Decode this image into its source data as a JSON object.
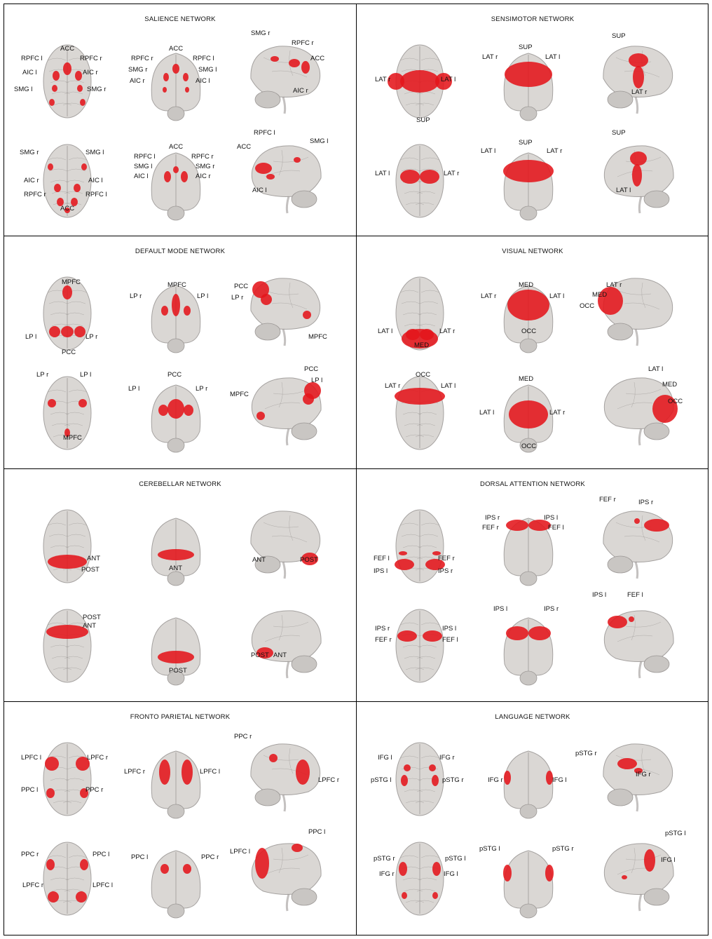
{
  "colors": {
    "brain": "#d6d3d0",
    "brain_edge": "#9c9896",
    "activation": "#e4161b",
    "activation_dark": "#a80d10",
    "border": "#000000"
  },
  "panels": [
    {
      "title": "SALIENCE NETWORK",
      "views": [
        {
          "type": "axial",
          "labels": [
            "ACC",
            "RPFC l",
            "RPFC r",
            "AIC l",
            "AIC r",
            "SMG l",
            "SMG r"
          ]
        },
        {
          "type": "coronal",
          "labels": [
            "ACC",
            "RPFC r",
            "RPFC  l",
            "SMG r",
            "SMG l",
            "AIC r",
            "AIC l"
          ]
        },
        {
          "type": "sagittal-r",
          "labels": [
            "SMG r",
            "RPFC r",
            "ACC",
            "AIC r"
          ]
        },
        {
          "type": "axial-inf",
          "labels": [
            "SMG r",
            "SMG l",
            "AIC r",
            "AIC l",
            "RPFC r",
            "RPFC l",
            "ACC"
          ]
        },
        {
          "type": "coronal",
          "labels": [
            "ACC",
            "RPFC l",
            "RPFC r",
            "SMG l",
            "SMG r",
            "AIC l",
            "AIC r"
          ]
        },
        {
          "type": "sagittal-l",
          "labels": [
            "RPFC l",
            "SMG l",
            "ACC",
            "AIC l"
          ]
        }
      ]
    },
    {
      "title": "SENSIMOTOR NETWORK",
      "views": [
        {
          "type": "axial",
          "labels": [
            "LAT r",
            "LAT l",
            "SUP"
          ]
        },
        {
          "type": "coronal",
          "labels": [
            "SUP",
            "LAT r",
            "LAT l"
          ]
        },
        {
          "type": "sagittal-r",
          "labels": [
            "SUP",
            "LAT r"
          ]
        },
        {
          "type": "axial-inf",
          "labels": [
            "LAT l",
            "LAT r"
          ]
        },
        {
          "type": "coronal",
          "labels": [
            "SUP",
            "LAT l",
            "LAT r"
          ]
        },
        {
          "type": "sagittal-l",
          "labels": [
            "SUP",
            "LAT l"
          ]
        }
      ]
    },
    {
      "title": "DEFAULT MODE NETWORK",
      "views": [
        {
          "type": "axial",
          "labels": [
            "MPFC",
            "LP l",
            "LP r",
            "PCC"
          ]
        },
        {
          "type": "coronal",
          "labels": [
            "MPFC",
            "LP r",
            "LP l"
          ]
        },
        {
          "type": "sagittal-r",
          "labels": [
            "PCC",
            "LP r",
            "MPFC"
          ]
        },
        {
          "type": "axial-inf",
          "labels": [
            "LP r",
            "LP l",
            "MPFC"
          ]
        },
        {
          "type": "coronal",
          "labels": [
            "PCC",
            "LP l",
            "LP r"
          ]
        },
        {
          "type": "sagittal-l",
          "labels": [
            "PCC",
            "LP l",
            "MPFC"
          ]
        }
      ]
    },
    {
      "title": "VISUAL NETWORK",
      "views": [
        {
          "type": "axial",
          "labels": [
            "LAT l",
            "LAT r",
            "MED"
          ]
        },
        {
          "type": "coronal",
          "labels": [
            "MED",
            "LAT r",
            "LAT l",
            "OCC"
          ]
        },
        {
          "type": "sagittal-r",
          "labels": [
            "LAT r",
            "MED",
            "OCC"
          ]
        },
        {
          "type": "axial-inf",
          "labels": [
            "OCC",
            "LAT r",
            "LAT l"
          ]
        },
        {
          "type": "coronal",
          "labels": [
            "MED",
            "LAT l",
            "LAT r",
            "OCC"
          ]
        },
        {
          "type": "sagittal-l",
          "labels": [
            "LAT l",
            "MED",
            "OCC"
          ]
        }
      ]
    },
    {
      "title": "CEREBELLAR NETWORK",
      "views": [
        {
          "type": "axial",
          "labels": [
            "ANT",
            "POST"
          ]
        },
        {
          "type": "coronal",
          "labels": [
            "ANT"
          ]
        },
        {
          "type": "sagittal-r",
          "labels": [
            "ANT",
            "POST"
          ]
        },
        {
          "type": "axial-inf",
          "labels": [
            "POST",
            "ANT"
          ]
        },
        {
          "type": "coronal",
          "labels": [
            "POST"
          ]
        },
        {
          "type": "sagittal-l",
          "labels": [
            "POST",
            "ANT"
          ]
        }
      ]
    },
    {
      "title": "DORSAL ATTENTION NETWORK",
      "views": [
        {
          "type": "axial",
          "labels": [
            "FEF l",
            "FEF r",
            "IPS l",
            "IPS r"
          ]
        },
        {
          "type": "coronal",
          "labels": [
            "IPS r",
            "IPS l",
            "FEF r",
            "FEF l"
          ]
        },
        {
          "type": "sagittal-r",
          "labels": [
            "FEF r",
            "IPS r"
          ]
        },
        {
          "type": "axial-inf",
          "labels": [
            "IPS r",
            "IPS l",
            "FEF r",
            "FEF l"
          ]
        },
        {
          "type": "coronal",
          "labels": [
            "IPS l",
            "IPS r"
          ]
        },
        {
          "type": "sagittal-l",
          "labels": [
            "IPS l",
            "FEF l"
          ]
        }
      ]
    },
    {
      "title": "FRONTO PARIETAL NETWORK",
      "views": [
        {
          "type": "axial",
          "labels": [
            "LPFC l",
            "LPFC r",
            "PPC l",
            "PPC r"
          ]
        },
        {
          "type": "coronal",
          "labels": [
            "LPFC r",
            "LPFC l"
          ]
        },
        {
          "type": "sagittal-r",
          "labels": [
            "PPC r",
            "LPFC r"
          ]
        },
        {
          "type": "axial-inf",
          "labels": [
            "PPC r",
            "PPC l",
            "LPFC r",
            "LPFC l"
          ]
        },
        {
          "type": "coronal",
          "labels": [
            "PPC l",
            "PPC r"
          ]
        },
        {
          "type": "sagittal-l",
          "labels": [
            "PPC l",
            "LPFC l"
          ]
        }
      ]
    },
    {
      "title": "LANGUAGE NETWORK",
      "views": [
        {
          "type": "axial",
          "labels": [
            "IFG l",
            "IFG r",
            "pSTG l",
            "pSTG r"
          ]
        },
        {
          "type": "coronal",
          "labels": [
            "IFG r",
            "IFG l"
          ]
        },
        {
          "type": "sagittal-r",
          "labels": [
            "pSTG r",
            "IFG r"
          ]
        },
        {
          "type": "axial-inf",
          "labels": [
            "pSTG r",
            "pSTG l",
            "IFG r",
            "IFG l"
          ]
        },
        {
          "type": "coronal",
          "labels": [
            "pSTG l",
            "pSTG r"
          ]
        },
        {
          "type": "sagittal-l",
          "labels": [
            "pSTG l",
            "IFG l"
          ]
        }
      ]
    }
  ]
}
